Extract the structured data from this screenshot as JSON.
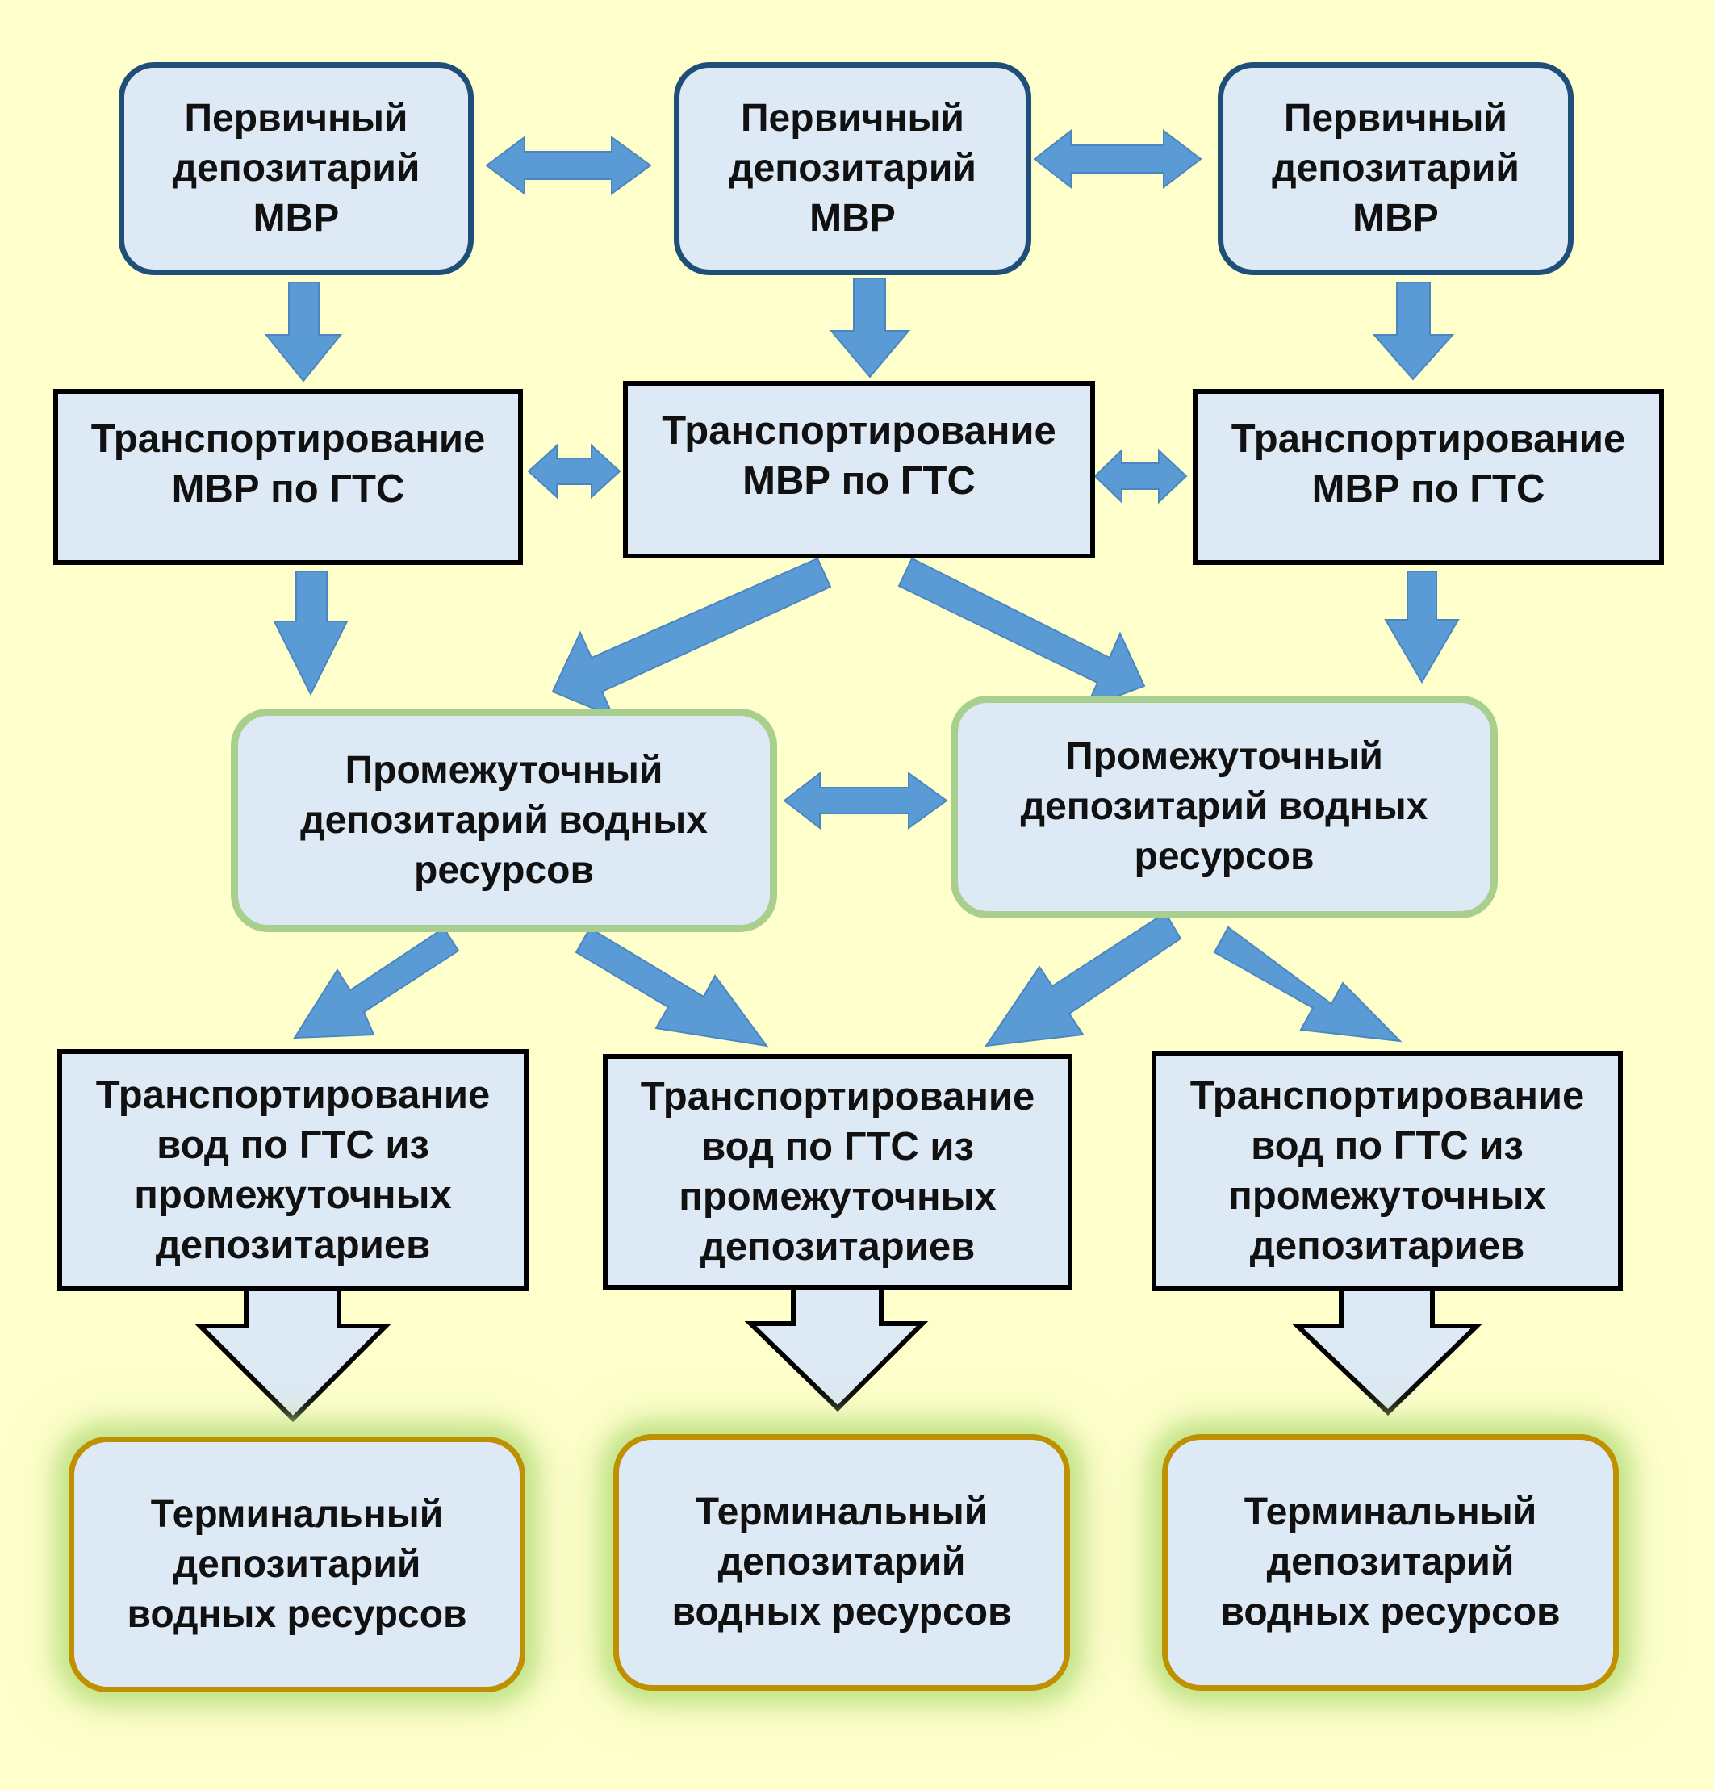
{
  "colors": {
    "background": "#FFFFCC",
    "box_fill": "#DDE9F5",
    "arrow_blue": "#5B9BD5",
    "primary_border": "#1F4E79",
    "transport_border": "#000000",
    "intermediate_border": "#A9CF8E",
    "terminal_border": "#BF9000",
    "terminal_glow": "#C7E58C"
  },
  "primary_depositary": {
    "lines": [
      "Первичный",
      "депозитарий",
      "МВР"
    ]
  },
  "transport_mvr": {
    "lines": [
      "Транспортирование",
      "МВР по ГТС"
    ]
  },
  "intermediate_depositary": {
    "lines": [
      "Промежуточный",
      "депозитарий водных",
      "ресурсов"
    ]
  },
  "transport_water": {
    "lines": [
      "Транспортирование",
      "вод по ГТС из",
      "промежуточных",
      "депозитариев"
    ]
  },
  "terminal_depositary": {
    "lines": [
      "Терминальный",
      "депозитарий",
      "водных ресурсов"
    ]
  }
}
